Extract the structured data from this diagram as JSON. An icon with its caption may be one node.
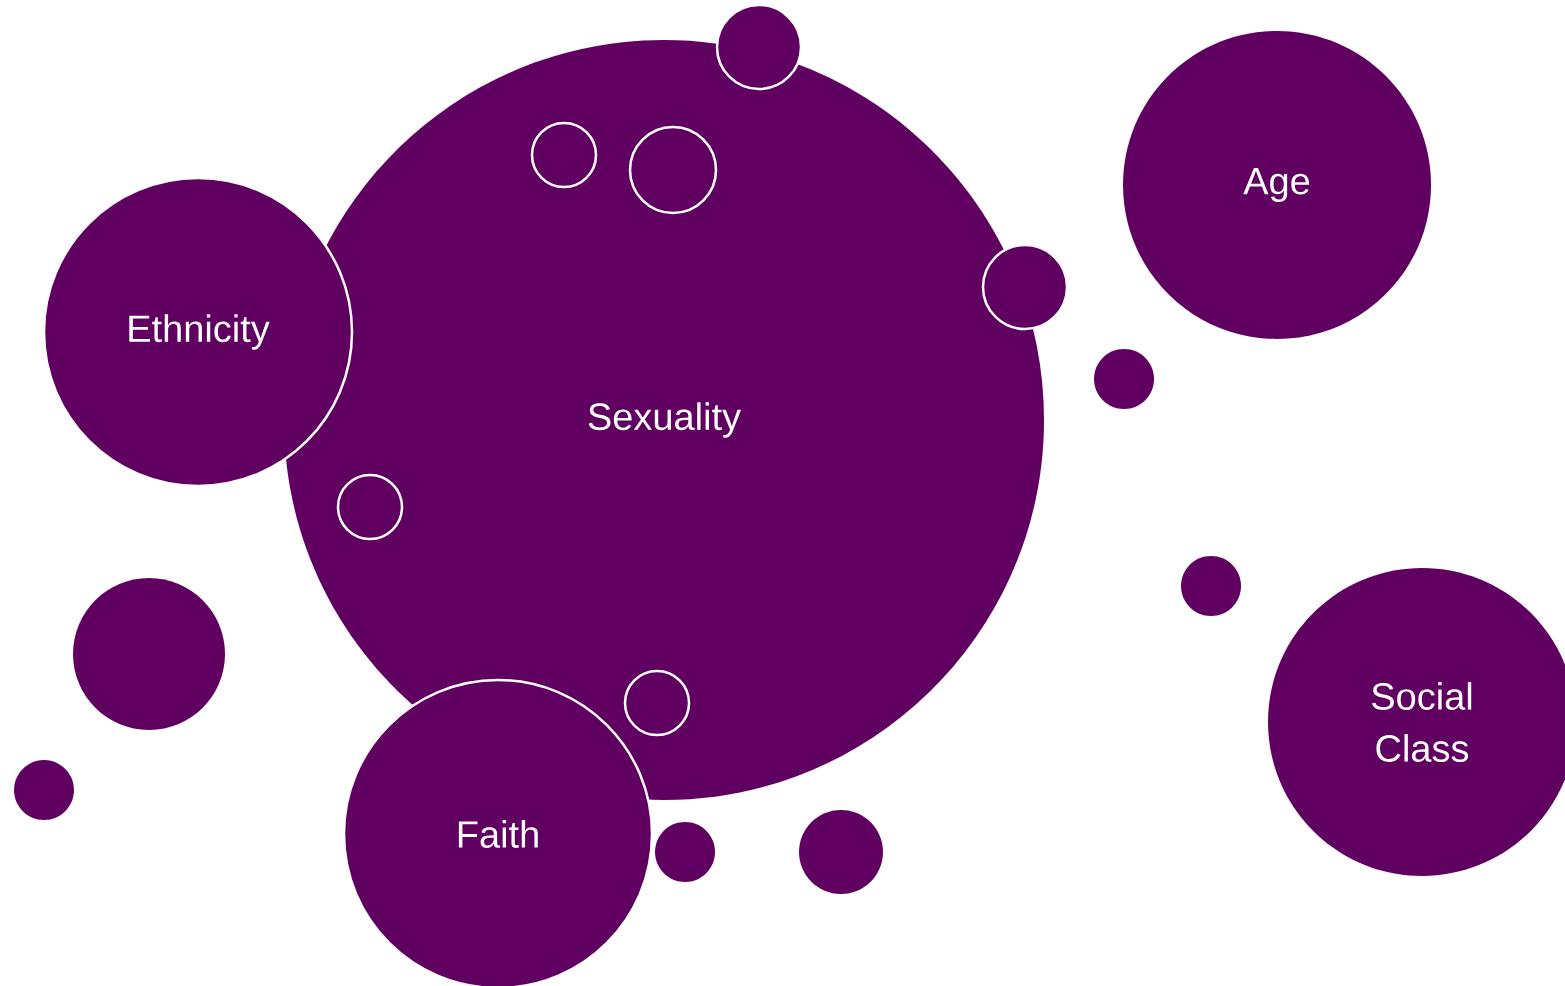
{
  "diagram": {
    "nodes": [
      {
        "text": [
          "Sexuality"
        ]
      },
      {
        "text": [
          "Age"
        ]
      },
      {
        "text": [
          "Ethnicity"
        ]
      },
      {
        "text": [
          "Social Class"
        ]
      },
      {
        "text": [
          "Faith"
        ]
      },
      {
        "text": [],
        "shape": "circle"
      },
      {
        "text": [],
        "shape": "circle",
        "in": 0
      },
      {
        "text": [],
        "shape": "circle",
        "in": 0
      },
      {
        "text": [],
        "shape": "circle"
      },
      {
        "text": [],
        "shape": "circle"
      },
      {
        "text": [],
        "shape": "circle",
        "in": 0
      },
      {
        "text": [],
        "shape": "circle"
      },
      {
        "text": [],
        "shape": "circle"
      },
      {
        "text": [],
        "shape": "circle",
        "in": 0
      },
      {
        "text": [],
        "shape": "circle"
      },
      {
        "text": [],
        "shape": "circle"
      },
      {
        "text": [],
        "shape": "circle"
      }
    ]
  }
}
